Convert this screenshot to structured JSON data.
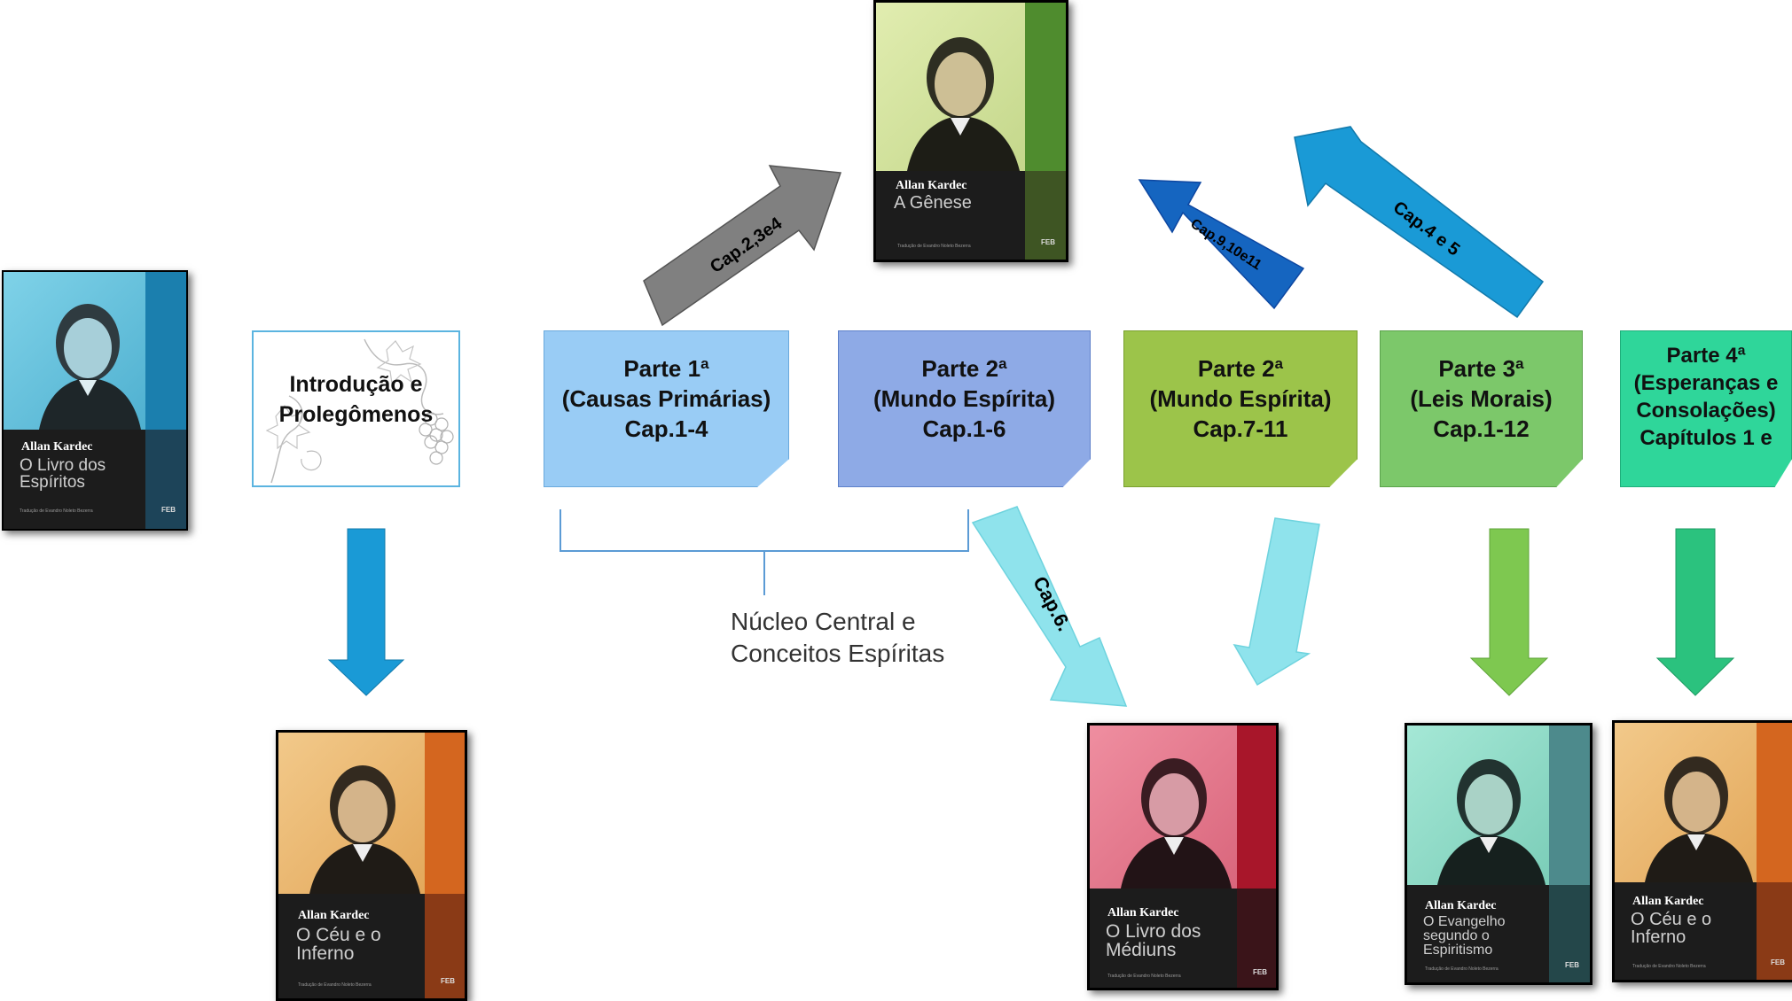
{
  "diagram": {
    "boxes": [
      {
        "id": "intro",
        "text": "Introdução e\nProlegômenos"
      },
      {
        "id": "parte1",
        "text": "Parte 1ª\n(Causas Primárias)\nCap.1-4"
      },
      {
        "id": "parte2a",
        "text": "Parte 2ª\n(Mundo Espírita)\nCap.1-6"
      },
      {
        "id": "parte2b",
        "text": "Parte 2ª\n(Mundo Espírita)\nCap.7-11"
      },
      {
        "id": "parte3",
        "text": "Parte 3ª\n(Leis Morais)\nCap.1-12"
      },
      {
        "id": "parte4",
        "text": "Parte 4ª\n(Esperanças e\nConsolações)\nCapítulos 1 e"
      }
    ],
    "arrow_labels": {
      "genese_a": "Cap.2,3e4",
      "genese_b": "Cap.9,10e11",
      "genese_c": "Cap.4 e 5",
      "mediuns": "Cap.6."
    },
    "brace_label": "Núcleo Central e\nConceitos Espíritas",
    "colors": {
      "gray_arrow": "#808080",
      "dark_blue_arrow": "#1565c0",
      "blue_arrow": "#1a9ad6",
      "down_blue": "#1a9ad6",
      "cyan_arrow": "#8fe3ec",
      "green_arrow": "#7ec850",
      "teal_arrow": "#2bc27e"
    }
  },
  "books": {
    "espiritos": {
      "author": "Allan Kardec",
      "title": "O Livro dos\nEspíritos",
      "translator": "Tradução de Evandro Noleto Bezerra",
      "publisher": "FEB"
    },
    "genese": {
      "author": "Allan Kardec",
      "title": "A Gênese",
      "translator": "Tradução de Evandro Noleto Bezerra",
      "publisher": "FEB"
    },
    "ceu1": {
      "author": "Allan Kardec",
      "title": "O Céu e o\nInferno",
      "translator": "Tradução de Evandro Noleto Bezerra",
      "publisher": "FEB"
    },
    "mediuns": {
      "author": "Allan Kardec",
      "title": "O Livro dos\nMédiuns",
      "translator": "Tradução de Evandro Noleto Bezerra",
      "publisher": "FEB"
    },
    "evangelho": {
      "author": "Allan Kardec",
      "title": "O Evangelho\nsegundo o\nEspiritismo",
      "translator": "Tradução de Evandro Noleto Bezerra",
      "publisher": "FEB"
    },
    "ceu2": {
      "author": "Allan Kardec",
      "title": "O Céu e o\nInferno",
      "translator": "Tradução de Evandro Noleto Bezerra",
      "publisher": "FEB"
    }
  }
}
